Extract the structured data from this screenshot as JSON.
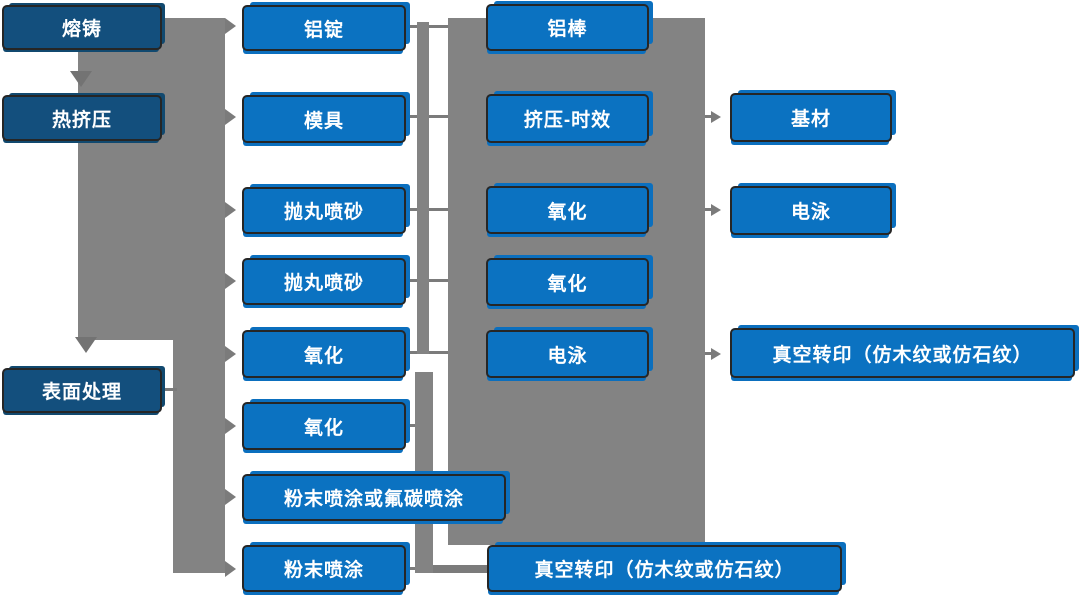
{
  "diagram": {
    "title": "aluminum-profile-process-flowchart",
    "colors": {
      "node_blue": "#0b72c1",
      "node_navy": "#134f7d",
      "node_border": "#262626",
      "node_text": "#ffffff",
      "connector_gray": "#838383",
      "connector_dark": "#737373"
    },
    "boxes": {
      "rongzhu": {
        "label": "熔铸"
      },
      "rejiya": {
        "label": "热挤压"
      },
      "biaomianchuli": {
        "label": "表面处理"
      },
      "lvding": {
        "label": "铝锭"
      },
      "muju": {
        "label": "模具"
      },
      "paowan1": {
        "label": "抛丸喷砂"
      },
      "paowan2": {
        "label": "抛丸喷砂"
      },
      "yanghua1": {
        "label": "氧化"
      },
      "yanghua2": {
        "label": "氧化"
      },
      "fenmo_futan": {
        "label": "粉末喷涂或氟碳喷涂"
      },
      "fenmo": {
        "label": "粉末喷涂"
      },
      "lvbang": {
        "label": "铝棒"
      },
      "jiya_shixiao": {
        "label": "挤压-时效"
      },
      "yanghua3": {
        "label": "氧化"
      },
      "yanghua4": {
        "label": "氧化"
      },
      "dianyong1": {
        "label": "电泳"
      },
      "zhenkong1": {
        "label": "真空转印（仿木纹或仿石纹）"
      },
      "jicai": {
        "label": "基材"
      },
      "dianyong2": {
        "label": "电泳"
      },
      "zhenkong2": {
        "label": "真空转印（仿木纹或仿石纹）"
      }
    }
  }
}
